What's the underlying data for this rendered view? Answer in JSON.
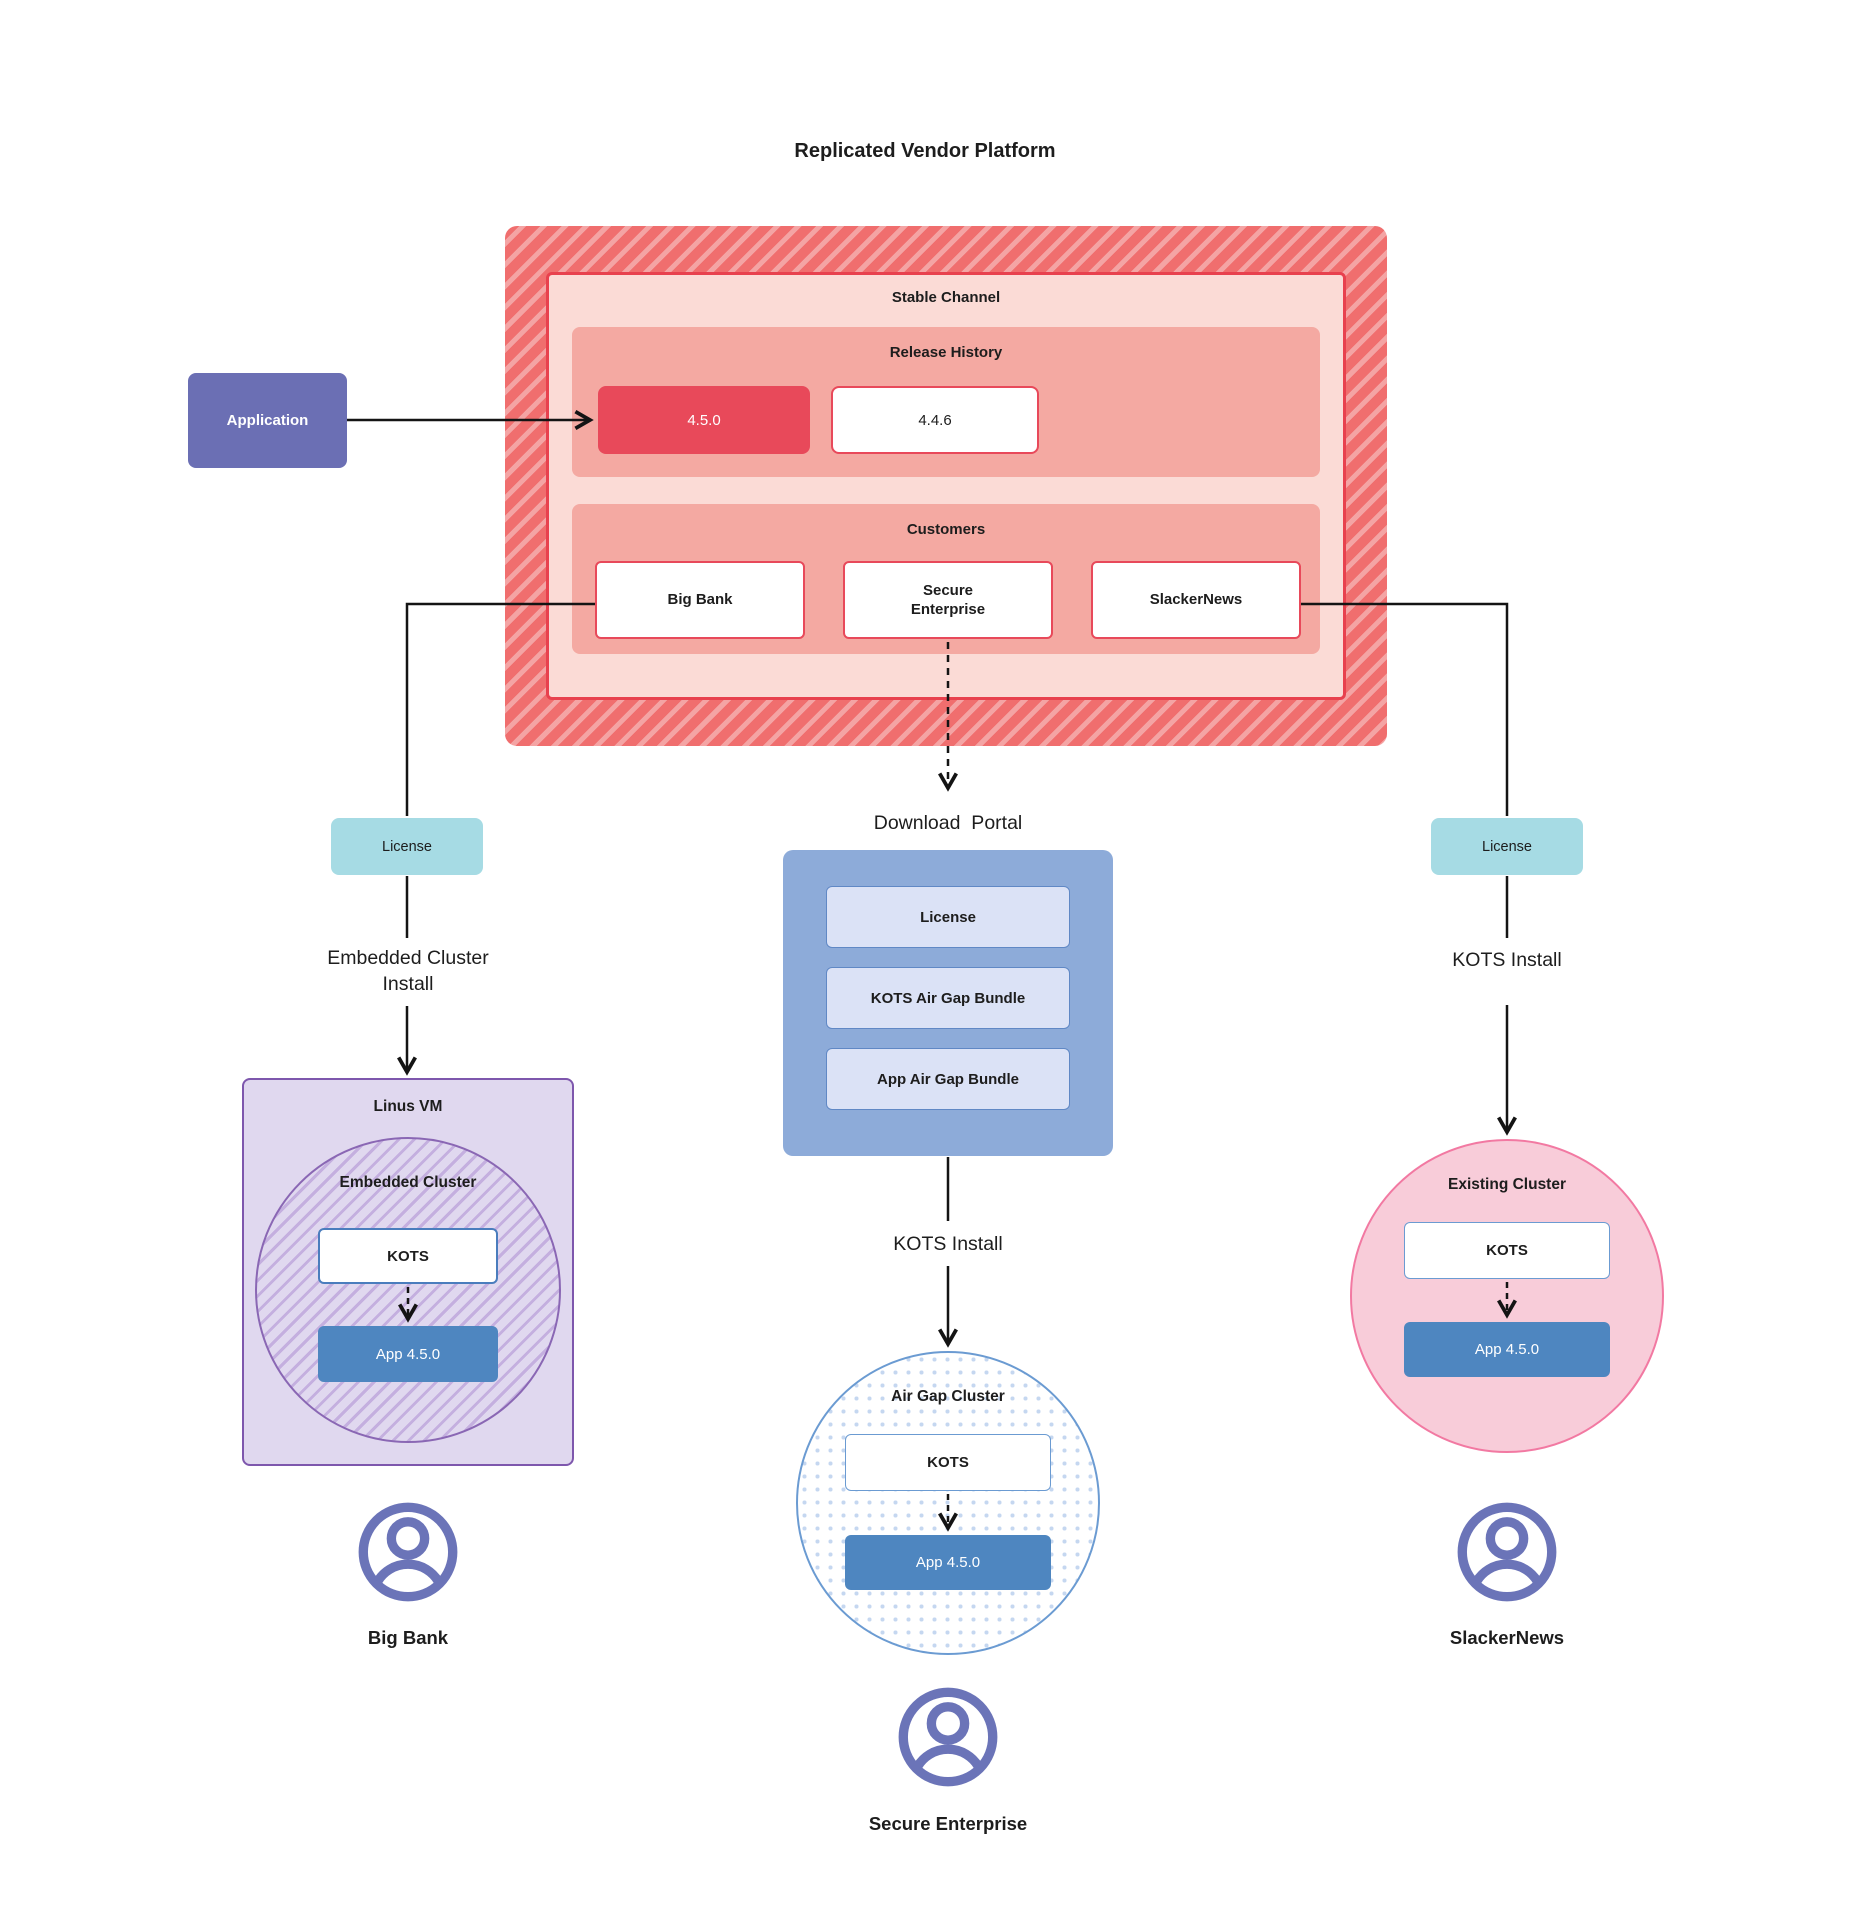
{
  "title": "Replicated Vendor Platform",
  "application": {
    "label": "Application"
  },
  "platform": {
    "stable_channel_label": "Stable Channel",
    "release_history": {
      "label": "Release History",
      "releases": [
        {
          "version": "4.5.0",
          "highlight": true
        },
        {
          "version": "4.4.6",
          "highlight": false
        }
      ]
    },
    "customers": {
      "label": "Customers",
      "items": [
        {
          "name": "Big Bank"
        },
        {
          "name": "Secure Enterprise"
        },
        {
          "name": "SlackerNews"
        }
      ]
    }
  },
  "left_flow": {
    "license_label": "License",
    "install_label": "Embedded Cluster Install",
    "vm_label": "Linus VM",
    "cluster_label": "Embedded Cluster",
    "kots_label": "KOTS",
    "app_label": "App 4.5.0",
    "customer_label": "Big Bank"
  },
  "middle_flow": {
    "portal_title": "Download  Portal",
    "portal_items": [
      {
        "label": "License"
      },
      {
        "label": "KOTS Air Gap Bundle"
      },
      {
        "label": "App Air Gap Bundle"
      }
    ],
    "install_label": "KOTS Install",
    "cluster_label": "Air Gap Cluster",
    "kots_label": "KOTS",
    "app_label": "App 4.5.0",
    "customer_label": "Secure Enterprise"
  },
  "right_flow": {
    "license_label": "License",
    "install_label": "KOTS Install",
    "cluster_label": "Existing Cluster",
    "kots_label": "KOTS",
    "app_label": "App 4.5.0",
    "customer_label": "SlackerNews"
  },
  "colors": {
    "hatch_red_dark": "#f06e6e",
    "hatch_red_light": "#f4a4a4",
    "stable_channel_bg": "#fbdbd6",
    "stable_channel_border": "#e8414e",
    "section_bg": "#f4a9a2",
    "release_highlight_bg": "#e8495a",
    "application_bg": "#6b6fb4",
    "license_chip_bg": "#a6dbe4",
    "portal_bg": "#8dabd9",
    "portal_item_bg": "#dbe2f6",
    "portal_item_border": "#6088c5",
    "app_box_bg": "#4e86c0",
    "kots_border_blue": "#4a7dbd",
    "vm_bg": "#e0d8ef",
    "vm_border": "#7e57ad",
    "vm_stripe": "#c4afdf",
    "airgap_border": "#6b9bd2",
    "airgap_dot": "#c5d7f0",
    "existing_bg": "#f8ccd9",
    "existing_border": "#f279a2",
    "person_icon": "#6b74b8",
    "connector": "#141414"
  }
}
